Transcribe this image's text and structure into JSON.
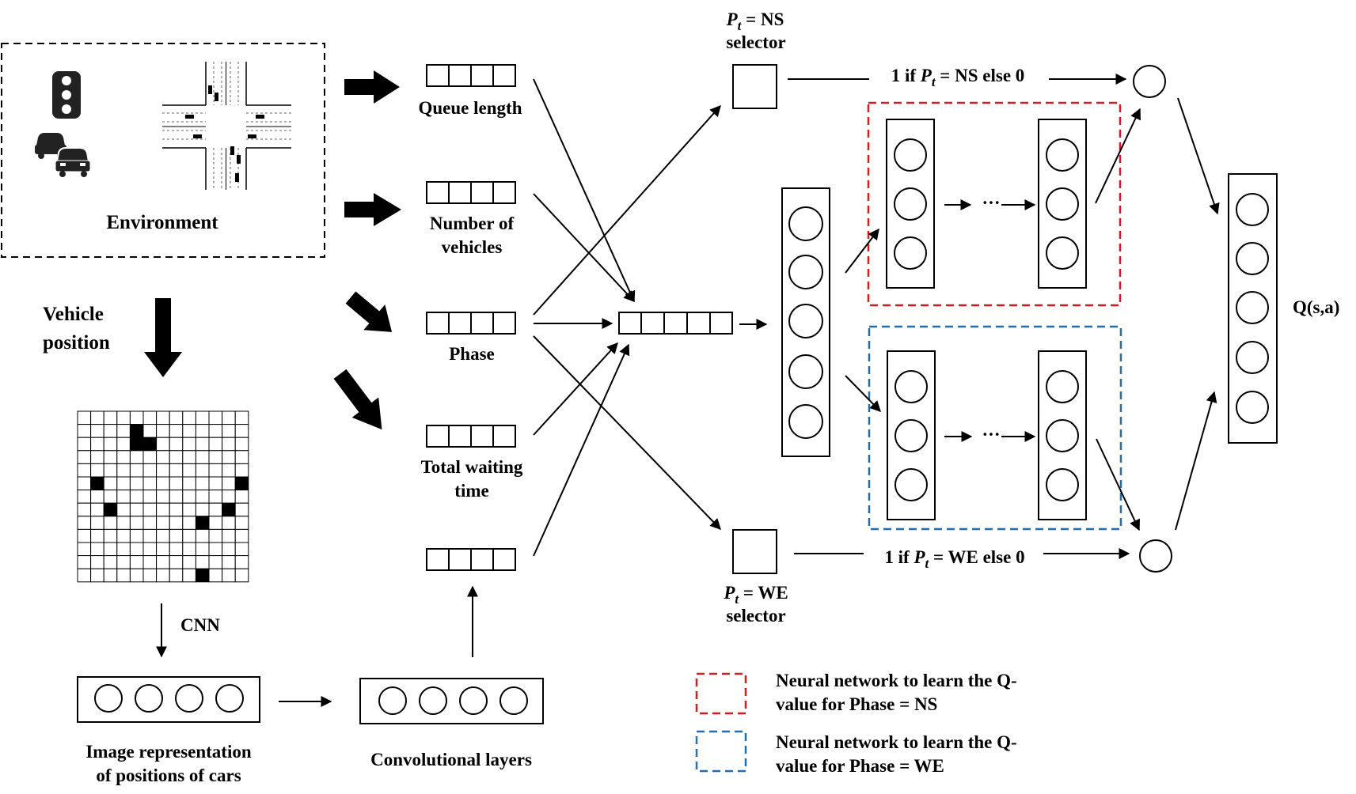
{
  "environment": {
    "label": "Environment"
  },
  "vehicle_position": {
    "line1": "Vehicle",
    "line2": "position"
  },
  "cnn": {
    "label": "CNN"
  },
  "image_representation": {
    "line1": "Image representation",
    "line2": "of positions of cars"
  },
  "convolutional_layers": {
    "label": "Convolutional layers"
  },
  "inputs": {
    "queue_length": {
      "label": "Queue length"
    },
    "number_of_vehicles": {
      "line1": "Number of",
      "line2": "vehicles"
    },
    "phase": {
      "label": "Phase"
    },
    "total_waiting_time": {
      "line1": "Total waiting",
      "line2": "time"
    }
  },
  "selectors": {
    "ns": {
      "p": "P",
      "sub": "t",
      "rest": " = NS",
      "line2": "selector"
    },
    "we": {
      "p": "P",
      "sub": "t",
      "rest": " = WE",
      "line2": "selector"
    }
  },
  "gates": {
    "ns": {
      "pre": "1 if ",
      "p": "P",
      "sub": "t",
      "rest": " = NS else 0"
    },
    "we": {
      "pre": "1 if ",
      "p": "P",
      "sub": "t",
      "rest": " = WE else 0"
    }
  },
  "ellipsis": "···",
  "output": {
    "label": "Q(s,a)"
  },
  "legend": [
    {
      "color": "#cc1f1f",
      "line1": "Neural network to learn the Q-",
      "line2": "value for Phase = NS"
    },
    {
      "color": "#1f6fb0",
      "line1": "Neural network to learn the Q-",
      "line2": "value for Phase = WE"
    }
  ],
  "grid_occupied": [
    [
      4,
      1
    ],
    [
      4,
      2
    ],
    [
      5,
      2
    ],
    [
      1,
      5
    ],
    [
      12,
      5
    ],
    [
      2,
      7
    ],
    [
      11,
      7
    ],
    [
      9,
      8
    ],
    [
      9,
      12
    ]
  ],
  "colors": {
    "ns_box": "#cc1f1f",
    "we_box": "#1f6fb0"
  }
}
